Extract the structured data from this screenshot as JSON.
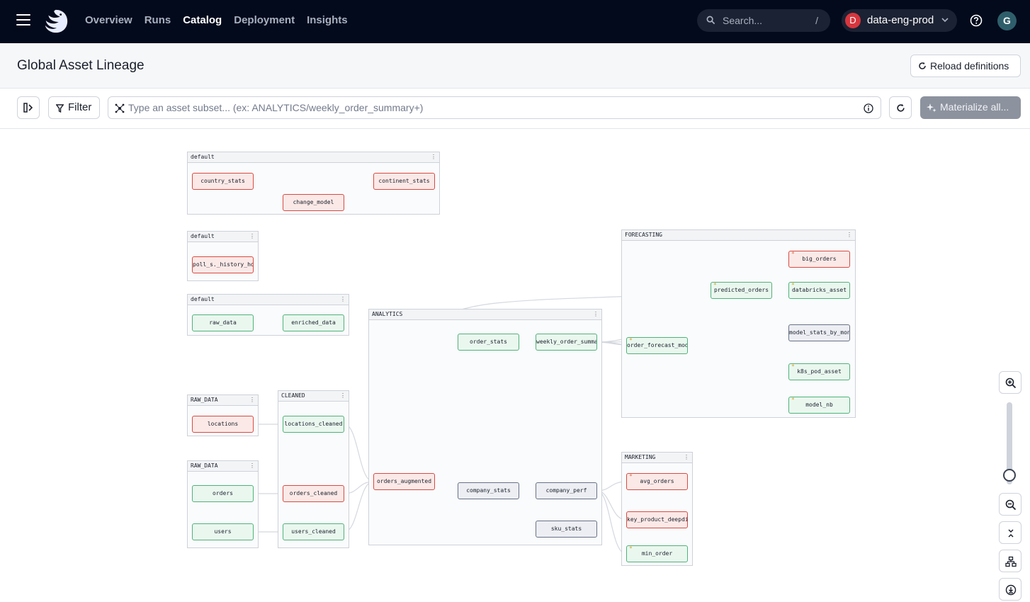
{
  "nav": {
    "items": [
      "Overview",
      "Runs",
      "Catalog",
      "Deployment",
      "Insights"
    ],
    "active": "Catalog",
    "search_placeholder": "Search...",
    "search_shortcut": "/",
    "deployment_initial": "D",
    "deployment_name": "data-eng-prod",
    "user_initial": "G"
  },
  "header": {
    "title": "Global Asset Lineage",
    "reload_label": "Reload definitions"
  },
  "toolbar": {
    "filter_label": "Filter",
    "subset_placeholder": "Type an asset subset... (ex: ANALYTICS/weekly_order_summary+)",
    "materialize_label": "Materialize all..."
  },
  "groups": [
    {
      "title": "default",
      "nodes": [
        "country_stats",
        "change_model",
        "continent_stats"
      ]
    },
    {
      "title": "default",
      "nodes": [
        "poll_s._history_hour"
      ]
    },
    {
      "title": "default",
      "nodes": [
        "raw_data",
        "enriched_data"
      ]
    },
    {
      "title": "ANALYTICS",
      "nodes": [
        "order_stats",
        "weekly_order_summary",
        "orders_augmented",
        "company_stats",
        "company_perf",
        "sku_stats"
      ]
    },
    {
      "title": "FORECASTING",
      "nodes": [
        "order_forecast_model",
        "predicted_orders",
        "big_orders",
        "databricks_asset",
        "model_stats_by_month",
        "k8s_pod_asset",
        "model_nb"
      ]
    },
    {
      "title": "RAW_DATA",
      "nodes": [
        "locations"
      ]
    },
    {
      "title": "CLEANED",
      "nodes": [
        "locations_cleaned",
        "orders_cleaned",
        "users_cleaned"
      ]
    },
    {
      "title": "RAW_DATA",
      "nodes": [
        "orders",
        "users"
      ]
    },
    {
      "title": "MARKETING",
      "nodes": [
        "avg_orders",
        "key_product_deepdive",
        "min_order"
      ]
    }
  ],
  "status_colors": {
    "missing": "#d84a43",
    "materialized": "#4fb27a",
    "source": "#687186"
  }
}
